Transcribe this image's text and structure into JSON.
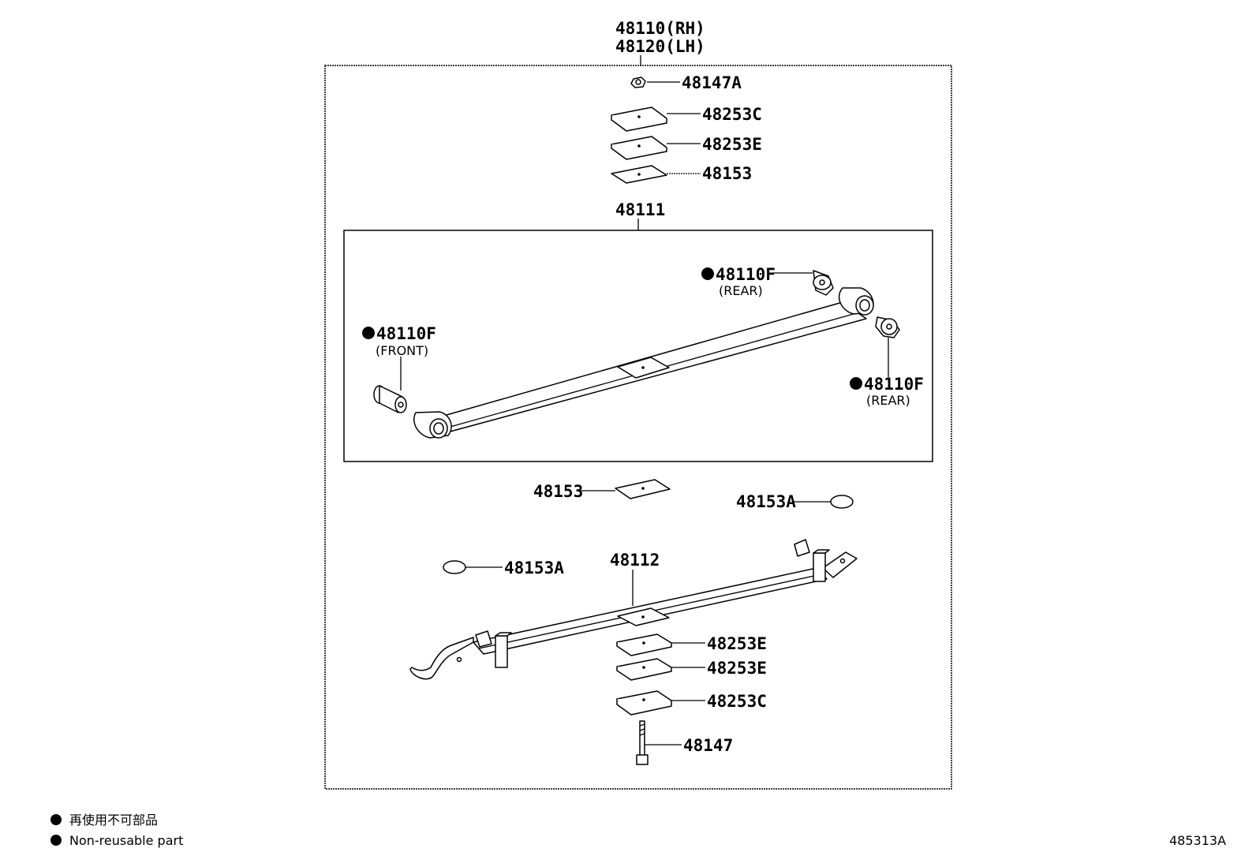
{
  "labels": {
    "assembly_rh": "48110(RH)",
    "assembly_lh": "48120(LH)",
    "nut": "48147A",
    "top_plate_c": "48253C",
    "top_plate_e": "48253E",
    "top_pad": "48153",
    "leaf_main": "48111",
    "bushing_rear_top": "48110F",
    "bushing_rear_top_note": "(REAR)",
    "bushing_front": "48110F",
    "bushing_front_note": "(FRONT)",
    "bushing_rear_bottom": "48110F",
    "bushing_rear_bottom_note": "(REAR)",
    "mid_pad": "48153",
    "insulator_right": "48153A",
    "insulator_left": "48153A",
    "leaf_lower": "48112",
    "bottom_plate_e1": "48253E",
    "bottom_plate_e2": "48253E",
    "bottom_plate_c": "48253C",
    "center_bolt": "48147"
  },
  "legend": {
    "jp": "再使用不可部品",
    "en": "Non-reusable part"
  },
  "figure_code": "485313A"
}
